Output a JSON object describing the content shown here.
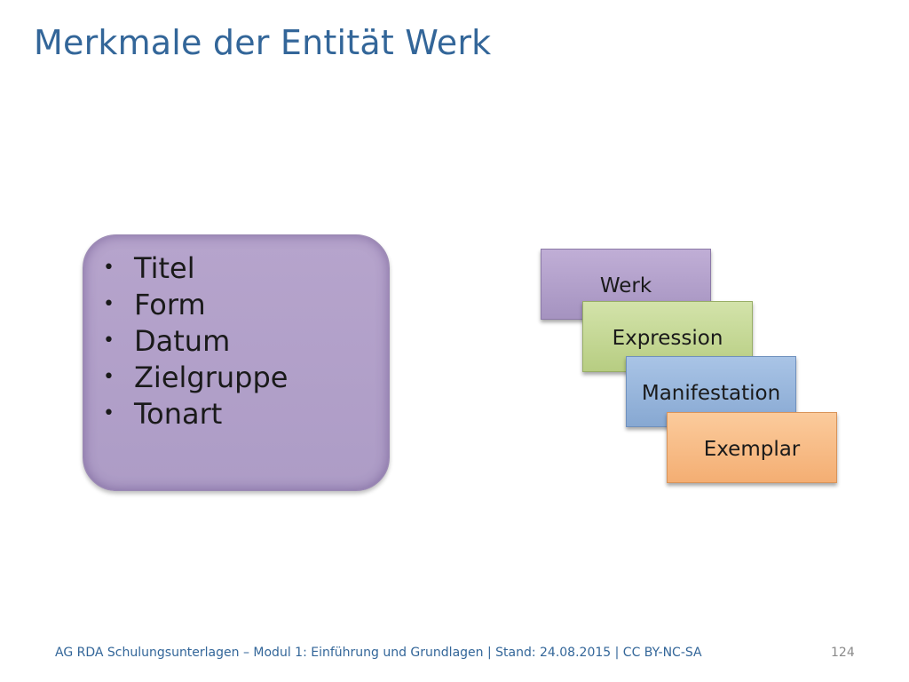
{
  "slide": {
    "title": "Merkmale der Entität Werk"
  },
  "attributes": {
    "bullet": "•",
    "items": [
      "Titel",
      "Form",
      "Datum",
      "Zielgruppe",
      "Tonart"
    ]
  },
  "entities": {
    "werk": "Werk",
    "expression": "Expression",
    "manifestation": "Manifestation",
    "exemplar": "Exemplar"
  },
  "colors": {
    "title": "#336699",
    "werk": "#b09fc9",
    "expression": "#c4d898",
    "manifestation": "#95b3d7",
    "exemplar": "#f7b97f"
  },
  "footer": {
    "text": "AG RDA Schulungsunterlagen – Modul 1: Einführung und Grundlagen | Stand: 24.08.2015 | CC BY-NC-SA",
    "page_number": "124"
  }
}
